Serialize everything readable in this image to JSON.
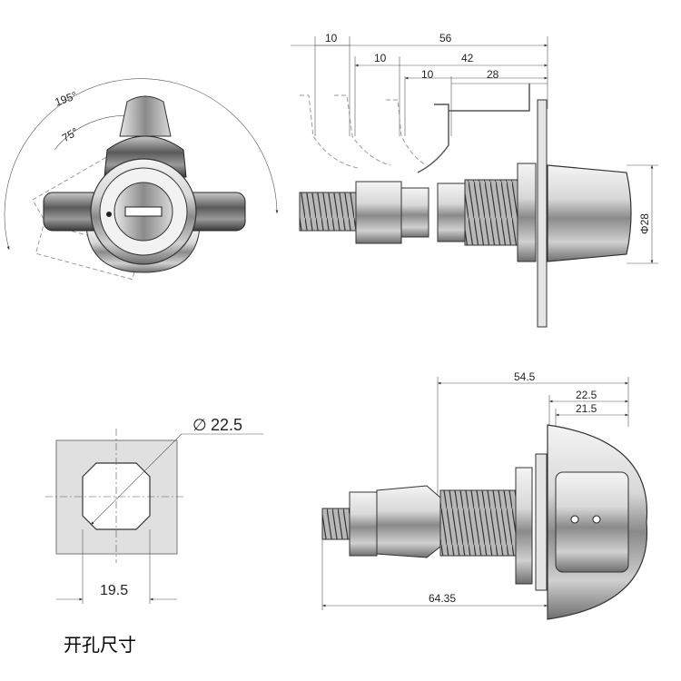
{
  "caption": "开孔尺寸",
  "front_view": {
    "angle_large": "195°",
    "angle_small": "75°"
  },
  "side_view": {
    "dims": {
      "d10a": "10",
      "d56": "56",
      "d10b": "10",
      "d42": "42",
      "d10c": "10",
      "d28": "28",
      "phi28": "Φ28"
    }
  },
  "cutout_view": {
    "diameter": "22.5",
    "width": "19.5"
  },
  "bottom_side_view": {
    "dims": {
      "d54_5": "54.5",
      "d22_5": "22.5",
      "d21_5": "21.5",
      "d64_35": "64.35"
    }
  }
}
